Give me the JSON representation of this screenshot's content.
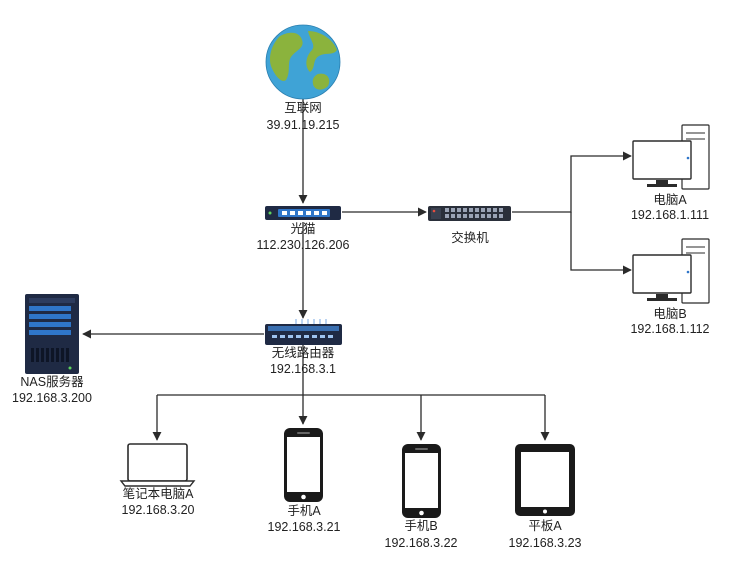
{
  "colors": {
    "line": "#2b2b2b",
    "device_dark": "#1f2a44",
    "device_blue": "#2f76c9",
    "ocean": "#3fa3d6",
    "land": "#8bb33d"
  },
  "nodes": {
    "internet": {
      "icon": "globe-icon",
      "name": "互联网",
      "ip": "39.91.19.215"
    },
    "modem": {
      "icon": "modem-icon",
      "name": "光猫",
      "ip": "112.230.126.206"
    },
    "switch": {
      "icon": "switch-icon",
      "name": "交换机"
    },
    "pc_a": {
      "icon": "desktop-computer-icon",
      "name": "电脑A",
      "ip": "192.168.1.111"
    },
    "pc_b": {
      "icon": "desktop-computer-icon",
      "name": "电脑B",
      "ip": "192.168.1.112"
    },
    "router": {
      "icon": "router-icon",
      "name": "无线路由器",
      "ip": "192.168.3.1"
    },
    "nas": {
      "icon": "server-icon",
      "name": "NAS服务器",
      "ip": "192.168.3.200"
    },
    "laptop": {
      "icon": "laptop-icon",
      "name": "笔记本电脑A",
      "ip": "192.168.3.20"
    },
    "phone_a": {
      "icon": "phone-icon",
      "name": "手机A",
      "ip": "192.168.3.21"
    },
    "phone_b": {
      "icon": "phone-icon",
      "name": "手机B",
      "ip": "192.168.3.22"
    },
    "tablet": {
      "icon": "tablet-icon",
      "name": "平板A",
      "ip": "192.168.3.23"
    }
  }
}
